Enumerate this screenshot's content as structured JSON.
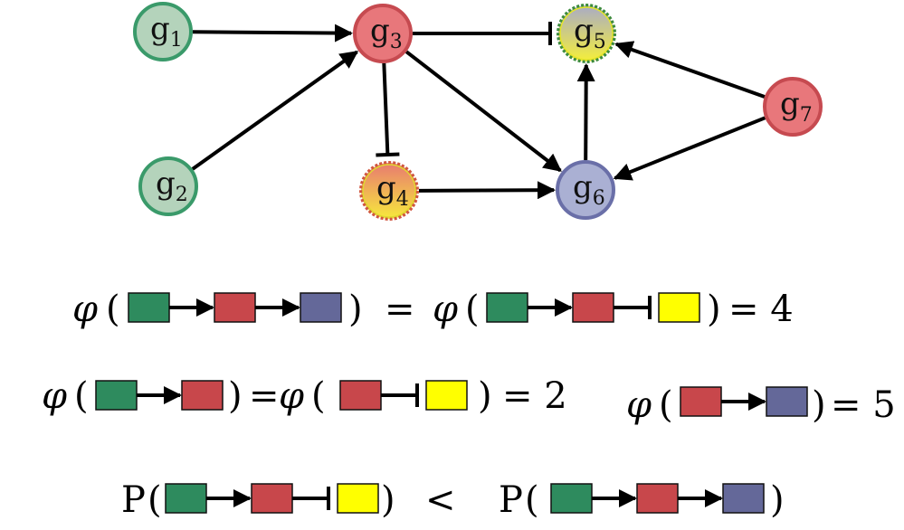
{
  "colors": {
    "green": "#2e8b5e",
    "red": "#c8474b",
    "purple": "#646899",
    "yellow": "#ffff00",
    "node_green_fill": "#b4d3bb",
    "node_green_stroke": "#3a9a6a",
    "node_red_fill": "#e8777b",
    "node_red_stroke": "#c64a50",
    "node_purple_fill": "#aab0d3",
    "node_purple_stroke": "#6a6fa8"
  },
  "graph": {
    "nodes": [
      {
        "id": "g1",
        "base": "g",
        "sub": "1",
        "style": "green"
      },
      {
        "id": "g2",
        "base": "g",
        "sub": "2",
        "style": "green"
      },
      {
        "id": "g3",
        "base": "g",
        "sub": "3",
        "style": "red"
      },
      {
        "id": "g4",
        "base": "g",
        "sub": "4",
        "style": "red-yellow"
      },
      {
        "id": "g5",
        "base": "g",
        "sub": "5",
        "style": "purple-yellow"
      },
      {
        "id": "g6",
        "base": "g",
        "sub": "6",
        "style": "purple"
      },
      {
        "id": "g7",
        "base": "g",
        "sub": "7",
        "style": "red"
      }
    ],
    "edges": [
      {
        "from": "g1",
        "to": "g3",
        "type": "activation"
      },
      {
        "from": "g2",
        "to": "g3",
        "type": "activation"
      },
      {
        "from": "g3",
        "to": "g5",
        "type": "inhibition"
      },
      {
        "from": "g3",
        "to": "g4",
        "type": "inhibition"
      },
      {
        "from": "g3",
        "to": "g6",
        "type": "activation"
      },
      {
        "from": "g4",
        "to": "g6",
        "type": "activation"
      },
      {
        "from": "g6",
        "to": "g5",
        "type": "activation"
      },
      {
        "from": "g7",
        "to": "g5",
        "type": "activation"
      },
      {
        "from": "g7",
        "to": "g6",
        "type": "activation"
      }
    ]
  },
  "equations": {
    "phi": "φ",
    "p": "P",
    "open": "(",
    "close": ")",
    "equals": "=",
    "less_than": "<",
    "line1": {
      "result": "= 4",
      "motif_a": [
        "green",
        "act",
        "red",
        "act",
        "purple"
      ],
      "motif_b": [
        "green",
        "act",
        "red",
        "inh",
        "yellow"
      ]
    },
    "line2": {
      "result": "= 2",
      "motif_a": [
        "green",
        "act",
        "red"
      ],
      "motif_b": [
        "red",
        "inh",
        "yellow"
      ]
    },
    "line3": {
      "result": "= 5",
      "motif_a": [
        "red",
        "act",
        "purple"
      ]
    },
    "line4": {
      "motif_a": [
        "green",
        "act",
        "red",
        "inh",
        "yellow"
      ],
      "motif_b": [
        "green",
        "act",
        "red",
        "act",
        "purple"
      ]
    }
  }
}
